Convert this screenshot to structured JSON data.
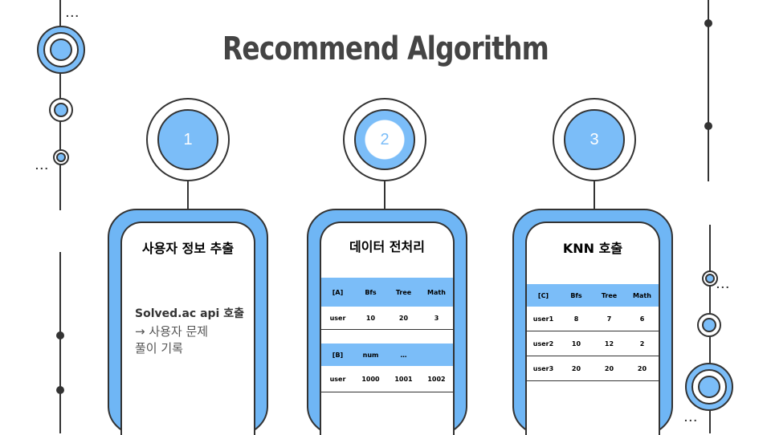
{
  "title": "Recommend Algorithm",
  "colors": {
    "accent": "#7bbdf8",
    "dark": "#333333"
  },
  "decor": {
    "ellipsis": "..."
  },
  "steps": [
    {
      "number": "1",
      "title": "사용자 정보 추출"
    },
    {
      "number": "2",
      "title": "데이터 전처리"
    },
    {
      "number": "3",
      "title": "KNN 호출"
    }
  ],
  "card1": {
    "api_label": "Solved.ac api 호출",
    "line2": "→ 사용자 문제",
    "line3": "풀이 기록"
  },
  "card2": {
    "table_a": {
      "headers": [
        "[A]",
        "Bfs",
        "Tree",
        "Math"
      ],
      "rows": [
        [
          "user",
          "10",
          "20",
          "3"
        ]
      ]
    },
    "table_b": {
      "headers": [
        "[B]",
        "num",
        "…"
      ],
      "rows": [
        [
          "user",
          "1000",
          "1001",
          "1002"
        ]
      ]
    }
  },
  "card3": {
    "table_c": {
      "headers": [
        "[C]",
        "Bfs",
        "Tree",
        "Math"
      ],
      "rows": [
        [
          "user1",
          "8",
          "7",
          "6"
        ],
        [
          "user2",
          "10",
          "12",
          "2"
        ],
        [
          "user3",
          "20",
          "20",
          "20"
        ]
      ]
    }
  }
}
